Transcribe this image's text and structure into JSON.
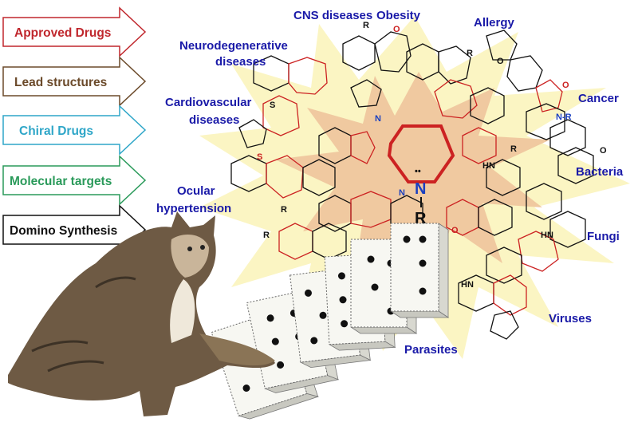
{
  "arrows": [
    {
      "label": "Approved Drugs",
      "color": "#c0272d"
    },
    {
      "label": "Lead structures",
      "color": "#6b4a2a"
    },
    {
      "label": "Chiral Drugs",
      "color": "#2ea6c8"
    },
    {
      "label": "Molecular targets",
      "color": "#2a9a5a"
    },
    {
      "label": "Domino Synthesis",
      "color": "#111111"
    }
  ],
  "diseases": {
    "cns": "CNS diseases",
    "obesity": "Obesity",
    "allergy": "Allergy",
    "neuro_line1": "Neurodegenerative",
    "neuro_line2": "diseases",
    "cancer": "Cancer",
    "cardio_line1": "Cardiovascular",
    "cardio_line2": "diseases",
    "bacteria": "Bacteria",
    "ocular_line1": "Ocular",
    "ocular_line2": "hypertension",
    "fungi": "Fungi",
    "viruses": "Viruses",
    "parasites": "Parasites"
  },
  "core": {
    "atom": "N",
    "substituent": "R",
    "lone_pair": "••"
  },
  "atoms": {
    "r": "R",
    "n": "N",
    "o": "O",
    "s": "S",
    "hn": "HN",
    "nh": "N-R",
    "o_dbl": "O"
  },
  "colors": {
    "burst_outer": "#fbf5c3",
    "burst_inner": "#f0c9a0",
    "disease_text": "#1a1aa8",
    "azepine_red": "#cc2222",
    "domino_face": "#f7f7f2"
  }
}
